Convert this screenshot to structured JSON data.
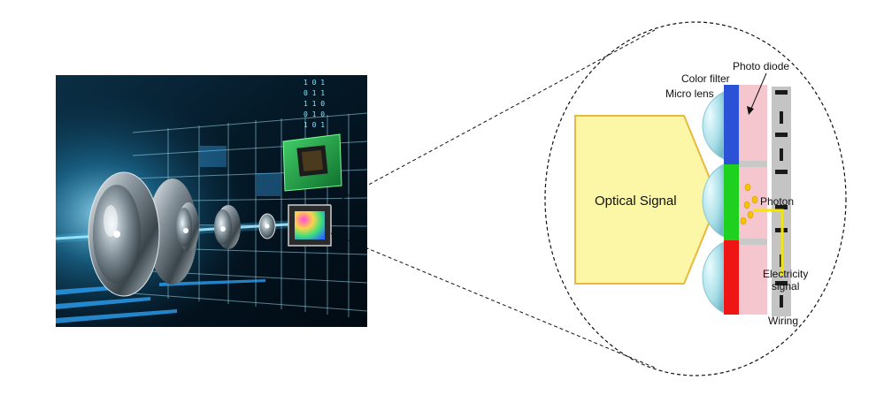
{
  "labels": {
    "optical_signal": "Optical Signal",
    "color_filter": "Color filter",
    "photo_diode": "Photo diode",
    "micro_lens": "Micro lens",
    "photon": "Photon",
    "electricity_signal_line1": "Electricity",
    "electricity_signal_line2": "signal",
    "wiring": "Wiring"
  },
  "colors": {
    "filter_blue": "#2b52d6",
    "filter_green": "#1fd11f",
    "filter_red": "#f01515",
    "photodiode_pink": "#f6c6cf",
    "arrow_fill": "#fbf7a6",
    "arrow_stroke": "#e8b93a",
    "photon_yellow": "#f5c400",
    "wiring_gray": "#c4c4c4"
  }
}
